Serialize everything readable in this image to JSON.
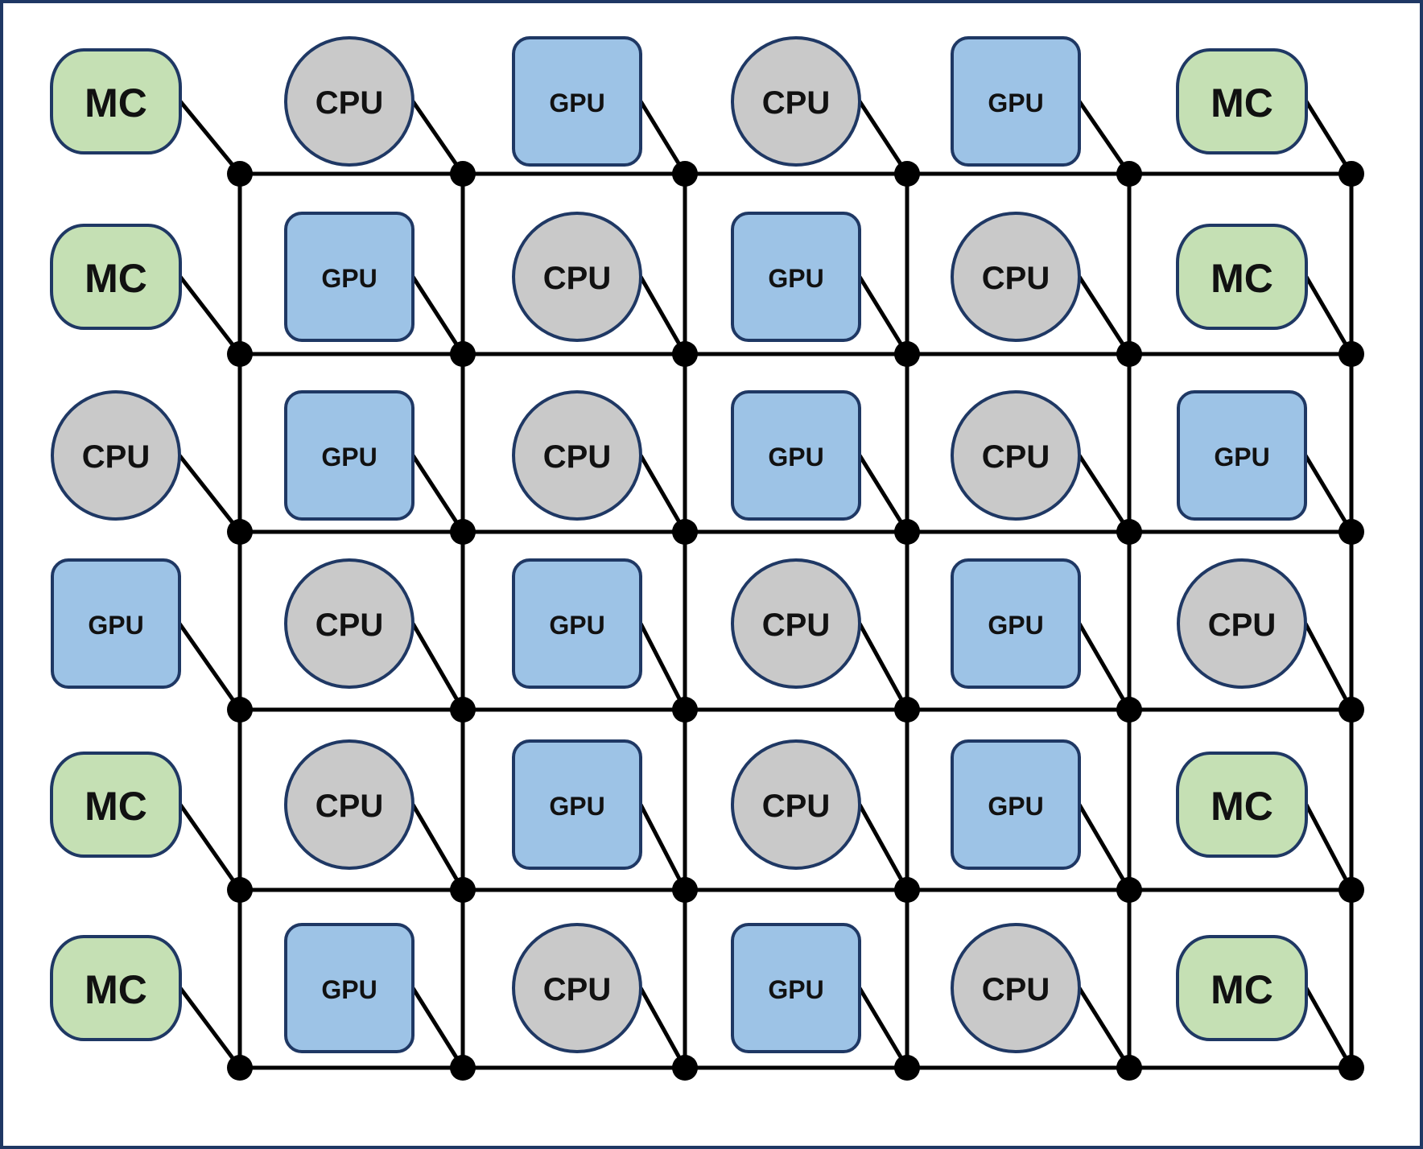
{
  "diagram": {
    "type_labels": {
      "MC": "MC",
      "CPU": "CPU",
      "GPU": "GPU"
    },
    "colors": {
      "MC_fill": "#c5e0b4",
      "CPU_fill": "#c9c9c9",
      "GPU_fill": "#9dc3e6",
      "node_stroke": "#1f3864",
      "link": "#000000",
      "frame_border": "#1f3864"
    },
    "grid": {
      "rows": [
        [
          "MC",
          "CPU",
          "GPU",
          "CPU",
          "GPU",
          "MC"
        ],
        [
          "MC",
          "GPU",
          "CPU",
          "GPU",
          "CPU",
          "MC"
        ],
        [
          "CPU",
          "GPU",
          "CPU",
          "GPU",
          "CPU",
          "GPU"
        ],
        [
          "GPU",
          "CPU",
          "GPU",
          "CPU",
          "GPU",
          "CPU"
        ],
        [
          "MC",
          "CPU",
          "GPU",
          "CPU",
          "GPU",
          "MC"
        ],
        [
          "MC",
          "GPU",
          "CPU",
          "GPU",
          "CPU",
          "MC"
        ]
      ]
    }
  }
}
